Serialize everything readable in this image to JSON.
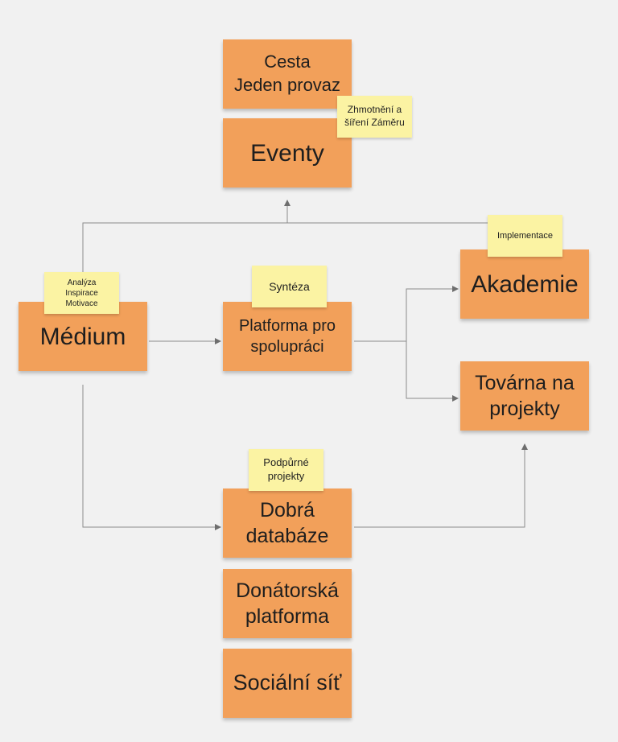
{
  "nodes": {
    "cesta": "Cesta\nJeden provaz",
    "eventy": "Eventy",
    "medium": "Médium",
    "platforma": "Platforma pro\nspolupráci",
    "akademie": "Akademie",
    "tovarna": "Továrna na\nprojekty",
    "dobra_databaze": "Dobrá\ndatabáze",
    "donatorska": "Donátorská\nplatforma",
    "socialni": "Sociální síť"
  },
  "labels": {
    "zhmotneni": "Zhmotnění a\nšíření Záměru",
    "implementace": "Implementace",
    "analyza": "Analýza\nInspirace\nMotivace",
    "synteza": "Syntéza",
    "podpurne": "Podpůrné\nprojekty"
  },
  "colors": {
    "node": "#f2a05a",
    "label": "#fbf3a3",
    "connector": "#8a8a8a",
    "background": "#f1f1f1"
  }
}
